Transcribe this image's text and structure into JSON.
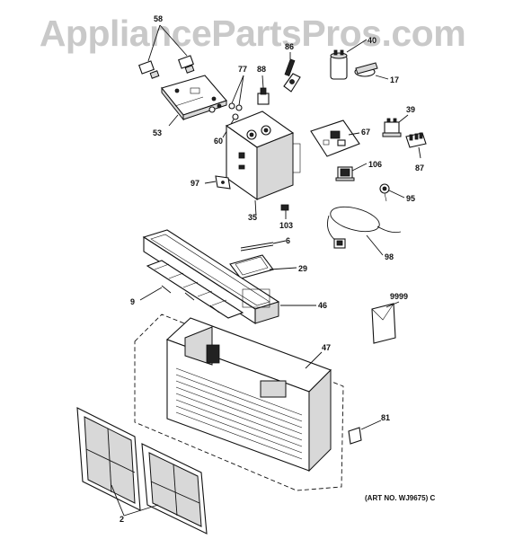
{
  "watermark": "AppliancePartsPros.com",
  "art_number": "(ART NO. WJ9675) C",
  "part_labels": {
    "p2": "2",
    "p6": "6",
    "p9": "9",
    "p17": "17",
    "p29": "29",
    "p35": "35",
    "p39": "39",
    "p40": "40",
    "p46": "46",
    "p47": "47",
    "p53": "53",
    "p58": "58",
    "p60": "60",
    "p67": "67",
    "p77": "77",
    "p81": "81",
    "p86": "86",
    "p87": "87",
    "p88": "88",
    "p95": "95",
    "p97": "97",
    "p98": "98",
    "p103": "103",
    "p106": "106",
    "p9999": "9999"
  }
}
